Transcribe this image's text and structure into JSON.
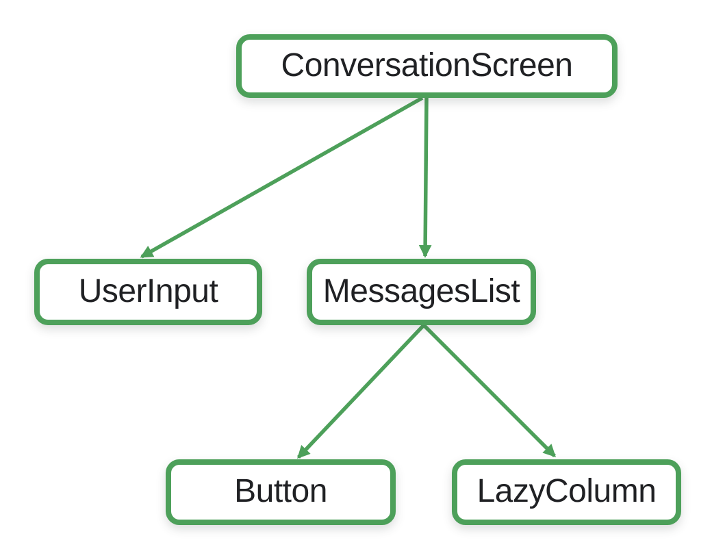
{
  "diagram": {
    "type": "tree",
    "description": "Composable hierarchy tree"
  },
  "nodes": [
    {
      "id": "conversation-screen",
      "label": "ConversationScreen"
    },
    {
      "id": "user-input",
      "label": "UserInput"
    },
    {
      "id": "messages-list",
      "label": "MessagesList"
    },
    {
      "id": "button",
      "label": "Button"
    },
    {
      "id": "lazy-column",
      "label": "LazyColumn"
    }
  ],
  "edges": [
    {
      "from": "ConversationScreen",
      "to": "UserInput"
    },
    {
      "from": "ConversationScreen",
      "to": "MessagesList"
    },
    {
      "from": "MessagesList",
      "to": "Button"
    },
    {
      "from": "MessagesList",
      "to": "LazyColumn"
    }
  ],
  "colors": {
    "node_border": "#4DA05A",
    "edge": "#4DA05A",
    "node_text": "#202124",
    "node_fill": "#FFFFFF",
    "background": "#FFFFFF"
  }
}
